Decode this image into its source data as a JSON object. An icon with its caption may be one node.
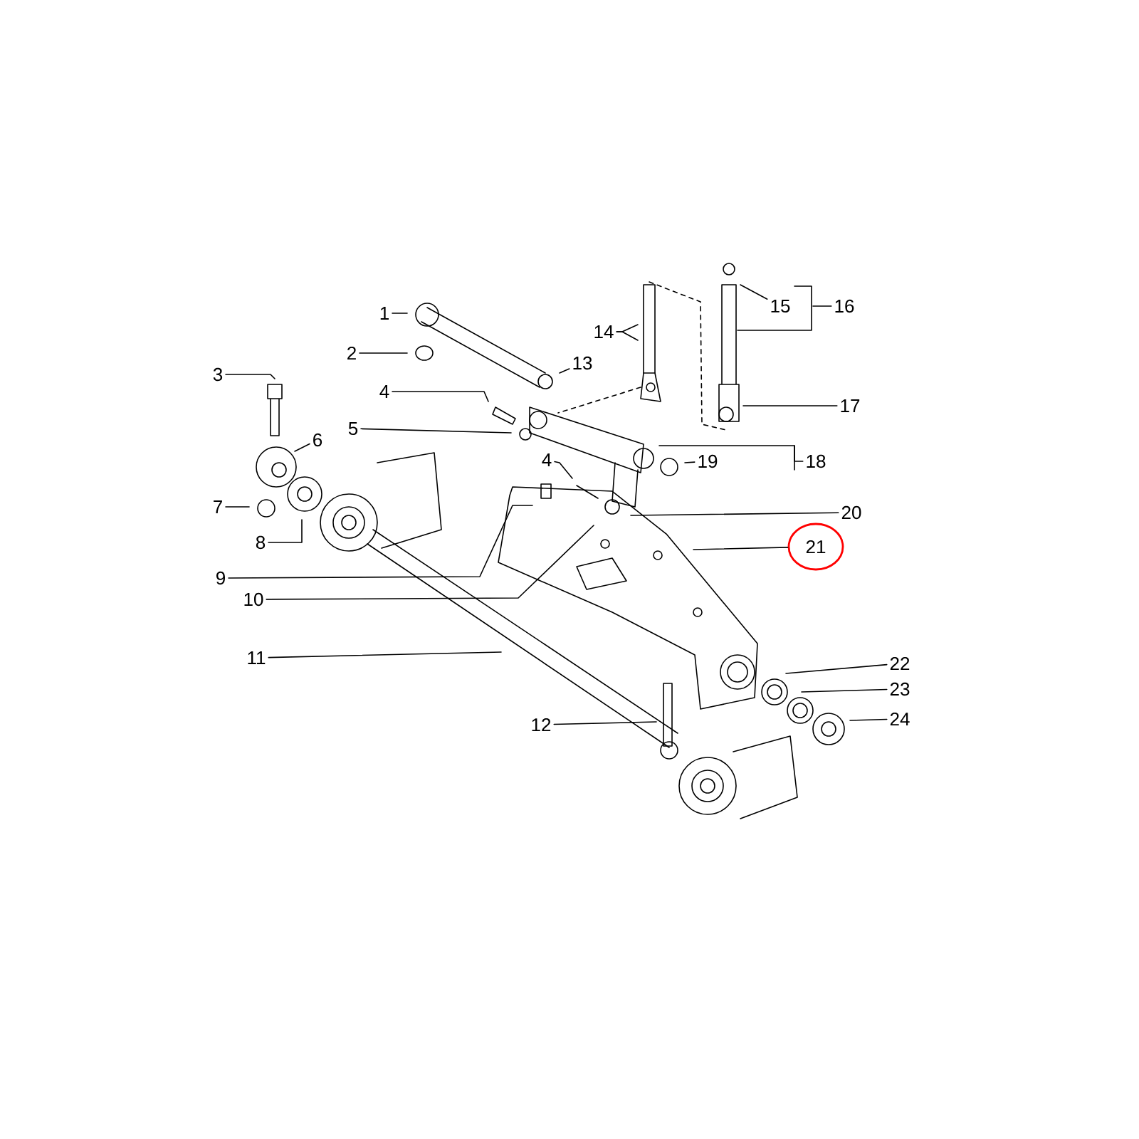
{
  "diagram": {
    "nodes": [
      {
        "text": [
          "1"
        ]
      },
      {
        "text": [
          "15"
        ]
      },
      {
        "text": [
          "16"
        ]
      },
      {
        "text": [
          "14"
        ]
      },
      {
        "text": [
          "2"
        ]
      },
      {
        "text": [
          "13"
        ]
      },
      {
        "text": [
          "3"
        ]
      },
      {
        "text": [
          "4"
        ]
      },
      {
        "text": [
          "17"
        ]
      },
      {
        "text": [
          "5"
        ]
      },
      {
        "text": [
          "6"
        ]
      },
      {
        "text": [
          "19"
        ]
      },
      {
        "text": [
          "18"
        ]
      },
      {
        "text": [
          "4"
        ]
      },
      {
        "text": [
          "7"
        ]
      },
      {
        "text": [
          "20"
        ]
      },
      {
        "text": [
          "8"
        ]
      },
      {
        "text": [
          "21"
        ]
      },
      {
        "text": [
          "9"
        ]
      },
      {
        "text": [
          "10"
        ]
      },
      {
        "text": [
          "11"
        ]
      },
      {
        "text": [
          "22"
        ]
      },
      {
        "text": [
          "23"
        ]
      },
      {
        "text": [
          "12"
        ]
      },
      {
        "text": [
          "24"
        ]
      }
    ],
    "edges": [
      {
        "from": 0,
        "to": null,
        "arrow": "none"
      },
      {
        "from": 1,
        "to": null,
        "arrow": "none"
      },
      {
        "from": 2,
        "to": null,
        "arrow": "none"
      },
      {
        "from": 3,
        "to": null,
        "arrow": "none"
      },
      {
        "from": 3,
        "to": null,
        "arrow": "none"
      },
      {
        "from": 4,
        "to": null,
        "arrow": "none"
      },
      {
        "from": 5,
        "to": null,
        "arrow": "none"
      },
      {
        "from": 6,
        "to": null,
        "arrow": "none"
      },
      {
        "from": 7,
        "to": null,
        "arrow": "none"
      },
      {
        "from": 8,
        "to": null,
        "arrow": "none"
      },
      {
        "from": 9,
        "to": null,
        "arrow": "none"
      },
      {
        "from": 10,
        "to": null,
        "arrow": "none"
      },
      {
        "from": 11,
        "to": null,
        "arrow": "none"
      },
      {
        "from": 12,
        "to": null,
        "arrow": "none"
      },
      {
        "from": 13,
        "to": null,
        "arrow": "none"
      },
      {
        "from": 14,
        "to": null,
        "arrow": "none"
      },
      {
        "from": 15,
        "to": null,
        "arrow": "none"
      },
      {
        "from": 16,
        "to": null,
        "arrow": "none"
      },
      {
        "from": 17,
        "to": null,
        "arrow": "none"
      },
      {
        "from": 18,
        "to": null,
        "arrow": "none"
      },
      {
        "from": 19,
        "to": null,
        "arrow": "none"
      },
      {
        "from": 20,
        "to": null,
        "arrow": "none"
      },
      {
        "from": 21,
        "to": null,
        "arrow": "none"
      },
      {
        "from": 22,
        "to": null,
        "arrow": "none"
      },
      {
        "from": 23,
        "to": null,
        "arrow": "none"
      },
      {
        "from": 24,
        "to": null,
        "arrow": "none"
      }
    ]
  }
}
